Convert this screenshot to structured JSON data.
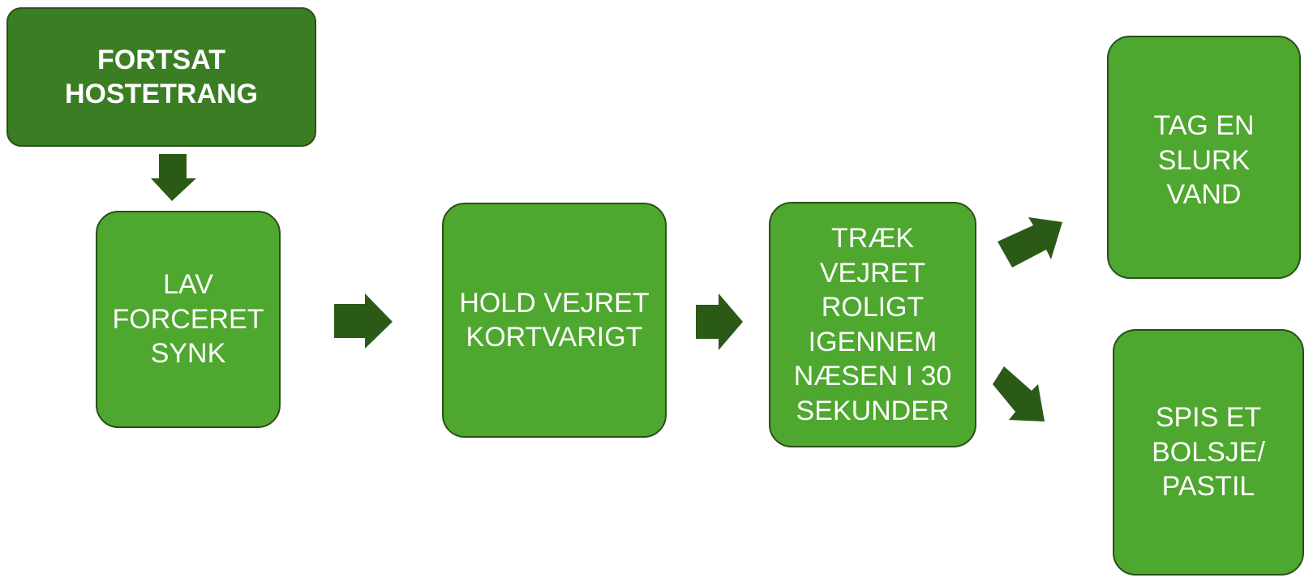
{
  "colors": {
    "start_fill": "#3b7d23",
    "node_fill": "#4ea72e",
    "border": "#2a4f1a",
    "arrow": "#2b5a16",
    "text": "#ffffff"
  },
  "nodes": {
    "start": "FORTSAT\nHOSTETRANG",
    "swallow": "LAV\nFORCERET\nSYNK",
    "hold": "HOLD VEJRET\nKORTVARIGT",
    "breathe": "TRÆK\nVEJRET\nROLIGT\nIGENNEM\nNÆSEN  I 30\nSEKUNDER",
    "water": "TAG EN\nSLURK\nVAND",
    "candy": "SPIS ET\nBOLSJE/\nPASTIL"
  }
}
